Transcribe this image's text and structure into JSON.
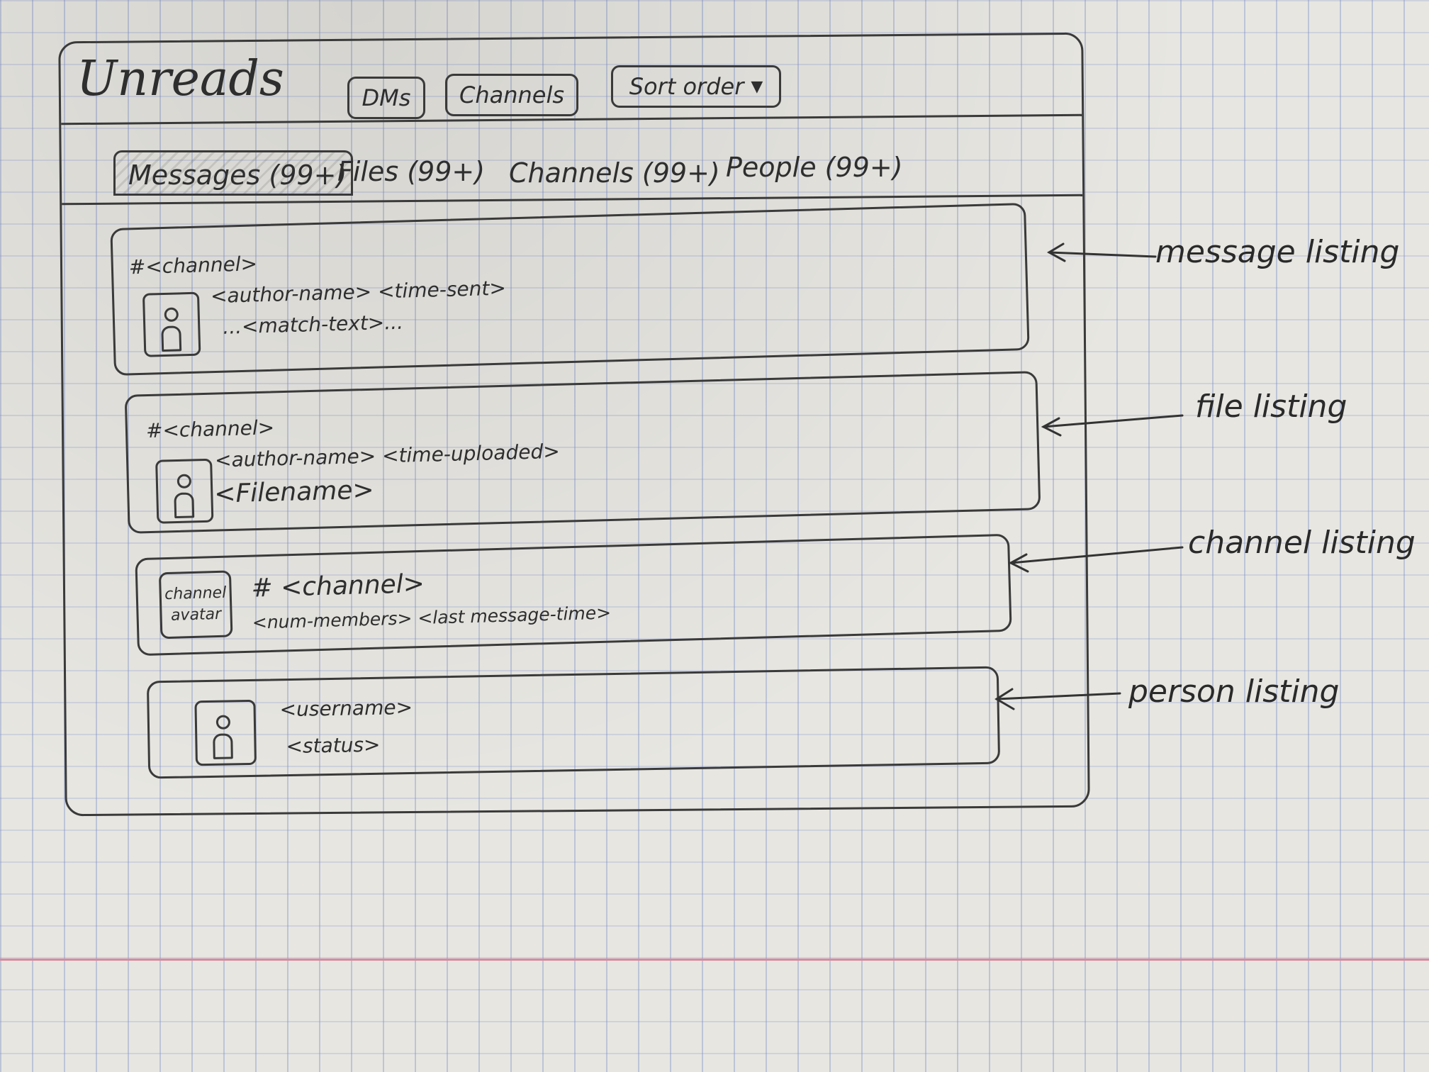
{
  "header": {
    "title": "Unreads",
    "dms_button": "DMs",
    "channels_button": "Channels",
    "sort_button": "Sort order",
    "sort_icon": "triangle-down"
  },
  "tabs": [
    {
      "label": "Messages (99+)",
      "active": true
    },
    {
      "label": "Files (99+)",
      "active": false
    },
    {
      "label": "Channels (99+)",
      "active": false
    },
    {
      "label": "People (99+)",
      "active": false
    }
  ],
  "message_listing": {
    "channel": "#<channel>",
    "meta": "<author-name> <time-sent>",
    "text": "...<match-text>..."
  },
  "file_listing": {
    "channel": "#<channel>",
    "meta": "<author-name> <time-uploaded>",
    "filename": "<Filename>"
  },
  "channel_listing": {
    "avatar_text": "channel avatar",
    "channel": "# <channel>",
    "meta": "<num-members> <last message-time>"
  },
  "person_listing": {
    "username": "<username>",
    "status": "<status>"
  },
  "annotations": {
    "message": "message listing",
    "file": "file listing",
    "channel": "channel listing",
    "person": "person listing"
  }
}
